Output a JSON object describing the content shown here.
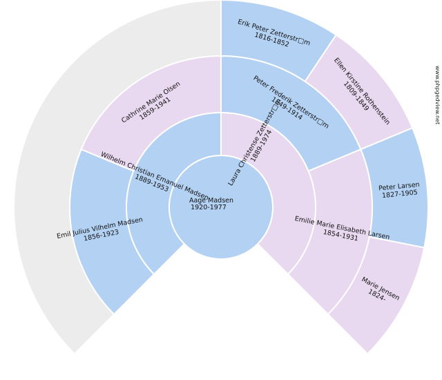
{
  "colors": {
    "male": "#b3d1f2",
    "female": "#e8d8f0",
    "empty": "#ececec"
  },
  "watermark": "www.phpgedview.net",
  "people": {
    "root": {
      "name": "Aage Madsen",
      "dates": "1920-1977",
      "sex": "M"
    },
    "father": {
      "name": "Wilhelm Christian Emanuel Madsen",
      "dates": "1889-1953",
      "sex": "M"
    },
    "mother": {
      "name": "Laura Christense Zetterstr□m",
      "dates": "1889-1974",
      "sex": "F"
    },
    "ff": {
      "name": "Emil Julius Vilhelm Madsen",
      "dates": "1856-1923",
      "sex": "M"
    },
    "fm": {
      "name": "Cathrine Marie Olsen",
      "dates": "1859-1941",
      "sex": "F"
    },
    "mf": {
      "name": "Peter Frederik Zetterstr□m",
      "dates": "1849-1914",
      "sex": "M"
    },
    "mm": {
      "name": "Emilie Marie Elisabeth Larsen",
      "dates": "1854-1931",
      "sex": "F"
    },
    "mff": {
      "name": "Erik Peter Zetterstr□m",
      "dates": "1816-1852",
      "sex": "M"
    },
    "mfm": {
      "name": "Ellen Kirstine Rothenstein",
      "dates": "1809-1849",
      "sex": "F"
    },
    "mmf": {
      "name": "Peter Larsen",
      "dates": "1827-1905",
      "sex": "M"
    },
    "mmm": {
      "name": "Marie Jensen",
      "dates": "1824-",
      "sex": "F"
    }
  }
}
